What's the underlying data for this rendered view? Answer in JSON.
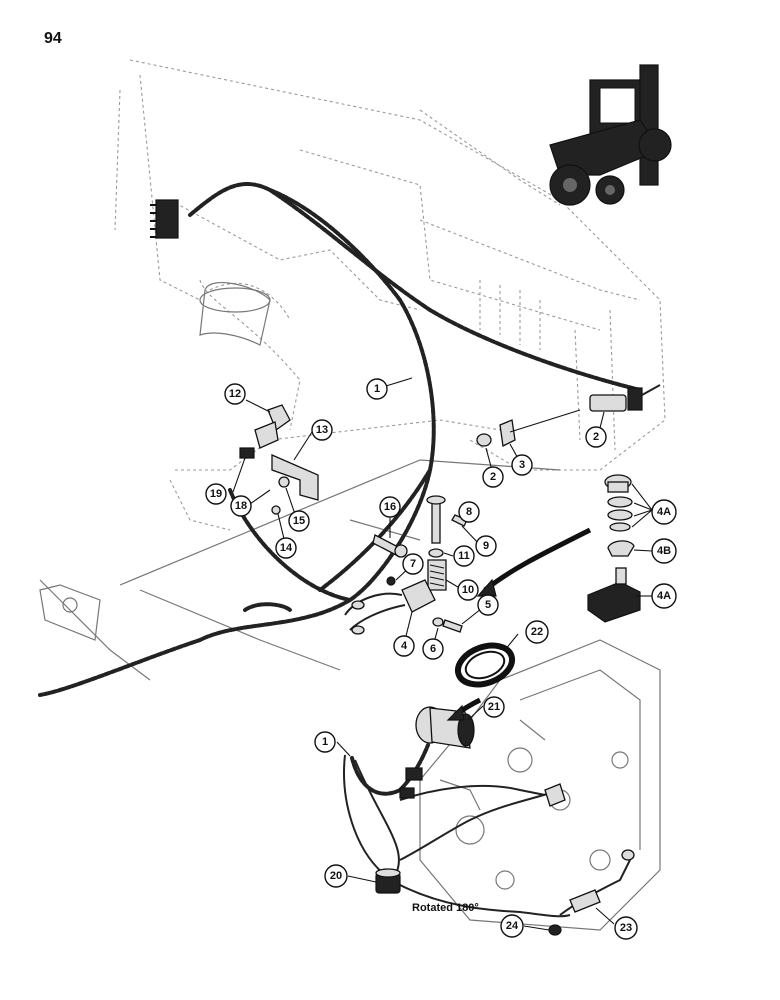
{
  "page": {
    "number": "94"
  },
  "note": {
    "text": "Rotated 180°"
  },
  "callouts": [
    {
      "label": "1"
    },
    {
      "label": "2"
    },
    {
      "label": "2"
    },
    {
      "label": "3"
    },
    {
      "label": "4A"
    },
    {
      "label": "4B"
    },
    {
      "label": "4A"
    },
    {
      "label": "4"
    },
    {
      "label": "5"
    },
    {
      "label": "6"
    },
    {
      "label": "7"
    },
    {
      "label": "8"
    },
    {
      "label": "9"
    },
    {
      "label": "10"
    },
    {
      "label": "11"
    },
    {
      "label": "12"
    },
    {
      "label": "13"
    },
    {
      "label": "14"
    },
    {
      "label": "15"
    },
    {
      "label": "16"
    },
    {
      "label": "18"
    },
    {
      "label": "19"
    },
    {
      "label": "20"
    },
    {
      "label": "21"
    },
    {
      "label": "22"
    },
    {
      "label": "23"
    },
    {
      "label": "24"
    },
    {
      "label": "1"
    }
  ]
}
